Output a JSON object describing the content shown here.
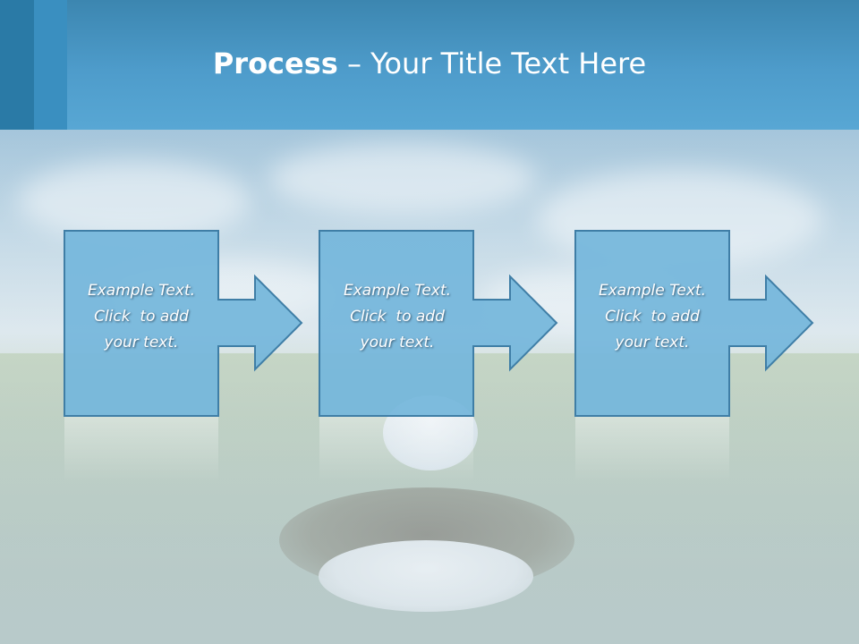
{
  "slide": {
    "title_bold": "Process",
    "title_rest": " – Your Title Text Here"
  },
  "steps": [
    {
      "line1": "Example Text.",
      "line2": "Click  to add",
      "line3": "your text."
    },
    {
      "line1": "Example Text.",
      "line2": "Click  to add",
      "line3": "your text."
    },
    {
      "line1": "Example Text.",
      "line2": "Click  to add",
      "line3": "your text."
    }
  ],
  "colors": {
    "header": "#4e9ccb",
    "box_fill": "#74b6db",
    "box_stroke": "#3f7ea6"
  }
}
